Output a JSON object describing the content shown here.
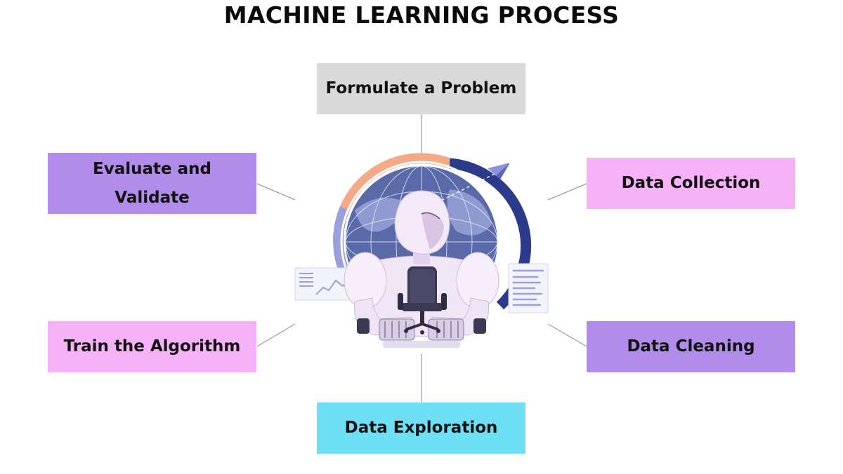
{
  "title": "MACHINE LEARNING PROCESS",
  "colors": {
    "gray": "#d9d9d9",
    "lavender": "#b28ceb",
    "pink": "#f6b2f7",
    "cyan": "#6ee0f6",
    "orange_arc": "#f4ab85",
    "navy_arc": "#2b3a8a",
    "line": "#9a9a9a"
  },
  "steps": [
    {
      "id": "formulate",
      "label": "Formulate a Problem",
      "color": "#d9d9d9"
    },
    {
      "id": "collection",
      "label": "Data Collection",
      "color": "#f6b2f7"
    },
    {
      "id": "cleaning",
      "label": "Data Cleaning",
      "color": "#b28ceb"
    },
    {
      "id": "exploration",
      "label": "Data Exploration",
      "color": "#6ee0f6"
    },
    {
      "id": "train",
      "label": "Train the Algorithm",
      "color": "#f6b2f7"
    },
    {
      "id": "evaluate",
      "label": "Evaluate and Validate",
      "color": "#b28ceb"
    }
  ],
  "illustration": {
    "subject": "robot-icon",
    "elements": [
      "globe-icon",
      "office-chair-icon",
      "paper-plane-icon",
      "dashboard-panel-icon"
    ]
  }
}
